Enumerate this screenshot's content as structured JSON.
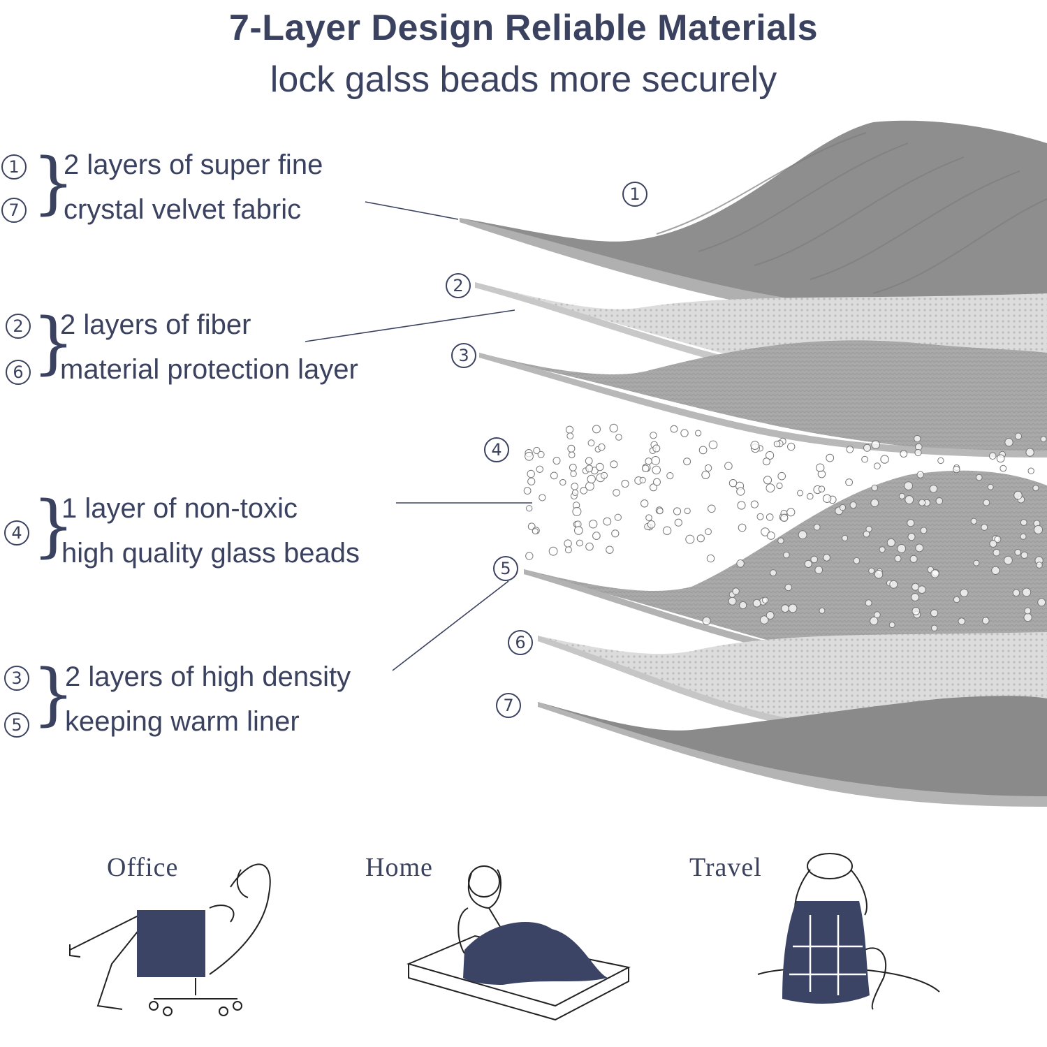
{
  "header": {
    "title": "7-Layer Design Reliable Materials",
    "subtitle": "lock galss beads more securely"
  },
  "descriptions": [
    {
      "nums": [
        "1",
        "7"
      ],
      "line1": "2 layers of super fine",
      "line2": "crystal velvet fabric"
    },
    {
      "nums": [
        "2",
        "6"
      ],
      "line1": "2 layers of fiber",
      "line2": "material protection layer"
    },
    {
      "nums": [
        "4"
      ],
      "line1": "1 layer of non-toxic",
      "line2": "high quality glass beads"
    },
    {
      "nums": [
        "3",
        "5"
      ],
      "line1": "2 layers of high density",
      "line2": "keeping warm liner"
    }
  ],
  "layer_markers": [
    "1",
    "2",
    "3",
    "4",
    "5",
    "6",
    "7"
  ],
  "scenes": [
    {
      "label": "Office"
    },
    {
      "label": "Home"
    },
    {
      "label": "Travel"
    }
  ],
  "colors": {
    "text": "#3b4260",
    "fabric_dark": "#8c8c8c",
    "fabric_light": "#d4d4d4",
    "blanket_navy": "#3c4466"
  }
}
